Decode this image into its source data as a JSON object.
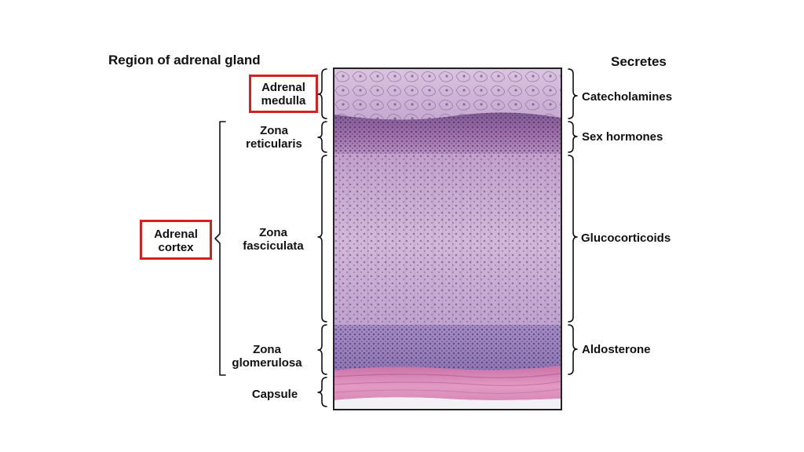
{
  "headers": {
    "region": "Region of adrenal gland",
    "secretes": "Secretes"
  },
  "regions": {
    "adrenal_medulla": [
      "Adrenal",
      "medulla"
    ],
    "zona_reticularis": [
      "Zona",
      "reticularis"
    ],
    "zona_fasciculata": [
      "Zona",
      "fasciculata"
    ],
    "zona_glomerulosa": [
      "Zona",
      "glomerulosa"
    ],
    "capsule": "Capsule",
    "adrenal_cortex": [
      "Adrenal",
      "cortex"
    ]
  },
  "secretions": {
    "medulla": "Catecholamines",
    "reticularis": "Sex hormones",
    "fasciculata": "Glucocorticoids",
    "glomerulosa": "Aldosterone"
  },
  "colors": {
    "highlight_box": "#d42020",
    "medulla_tissue": "#cdb3d6",
    "reticularis_tissue": "#9a6aa2",
    "fasciculata_tissue": "#c8a9cf",
    "glomerulosa_tissue": "#9f86bf",
    "capsule_tissue": "#d37fb0"
  }
}
